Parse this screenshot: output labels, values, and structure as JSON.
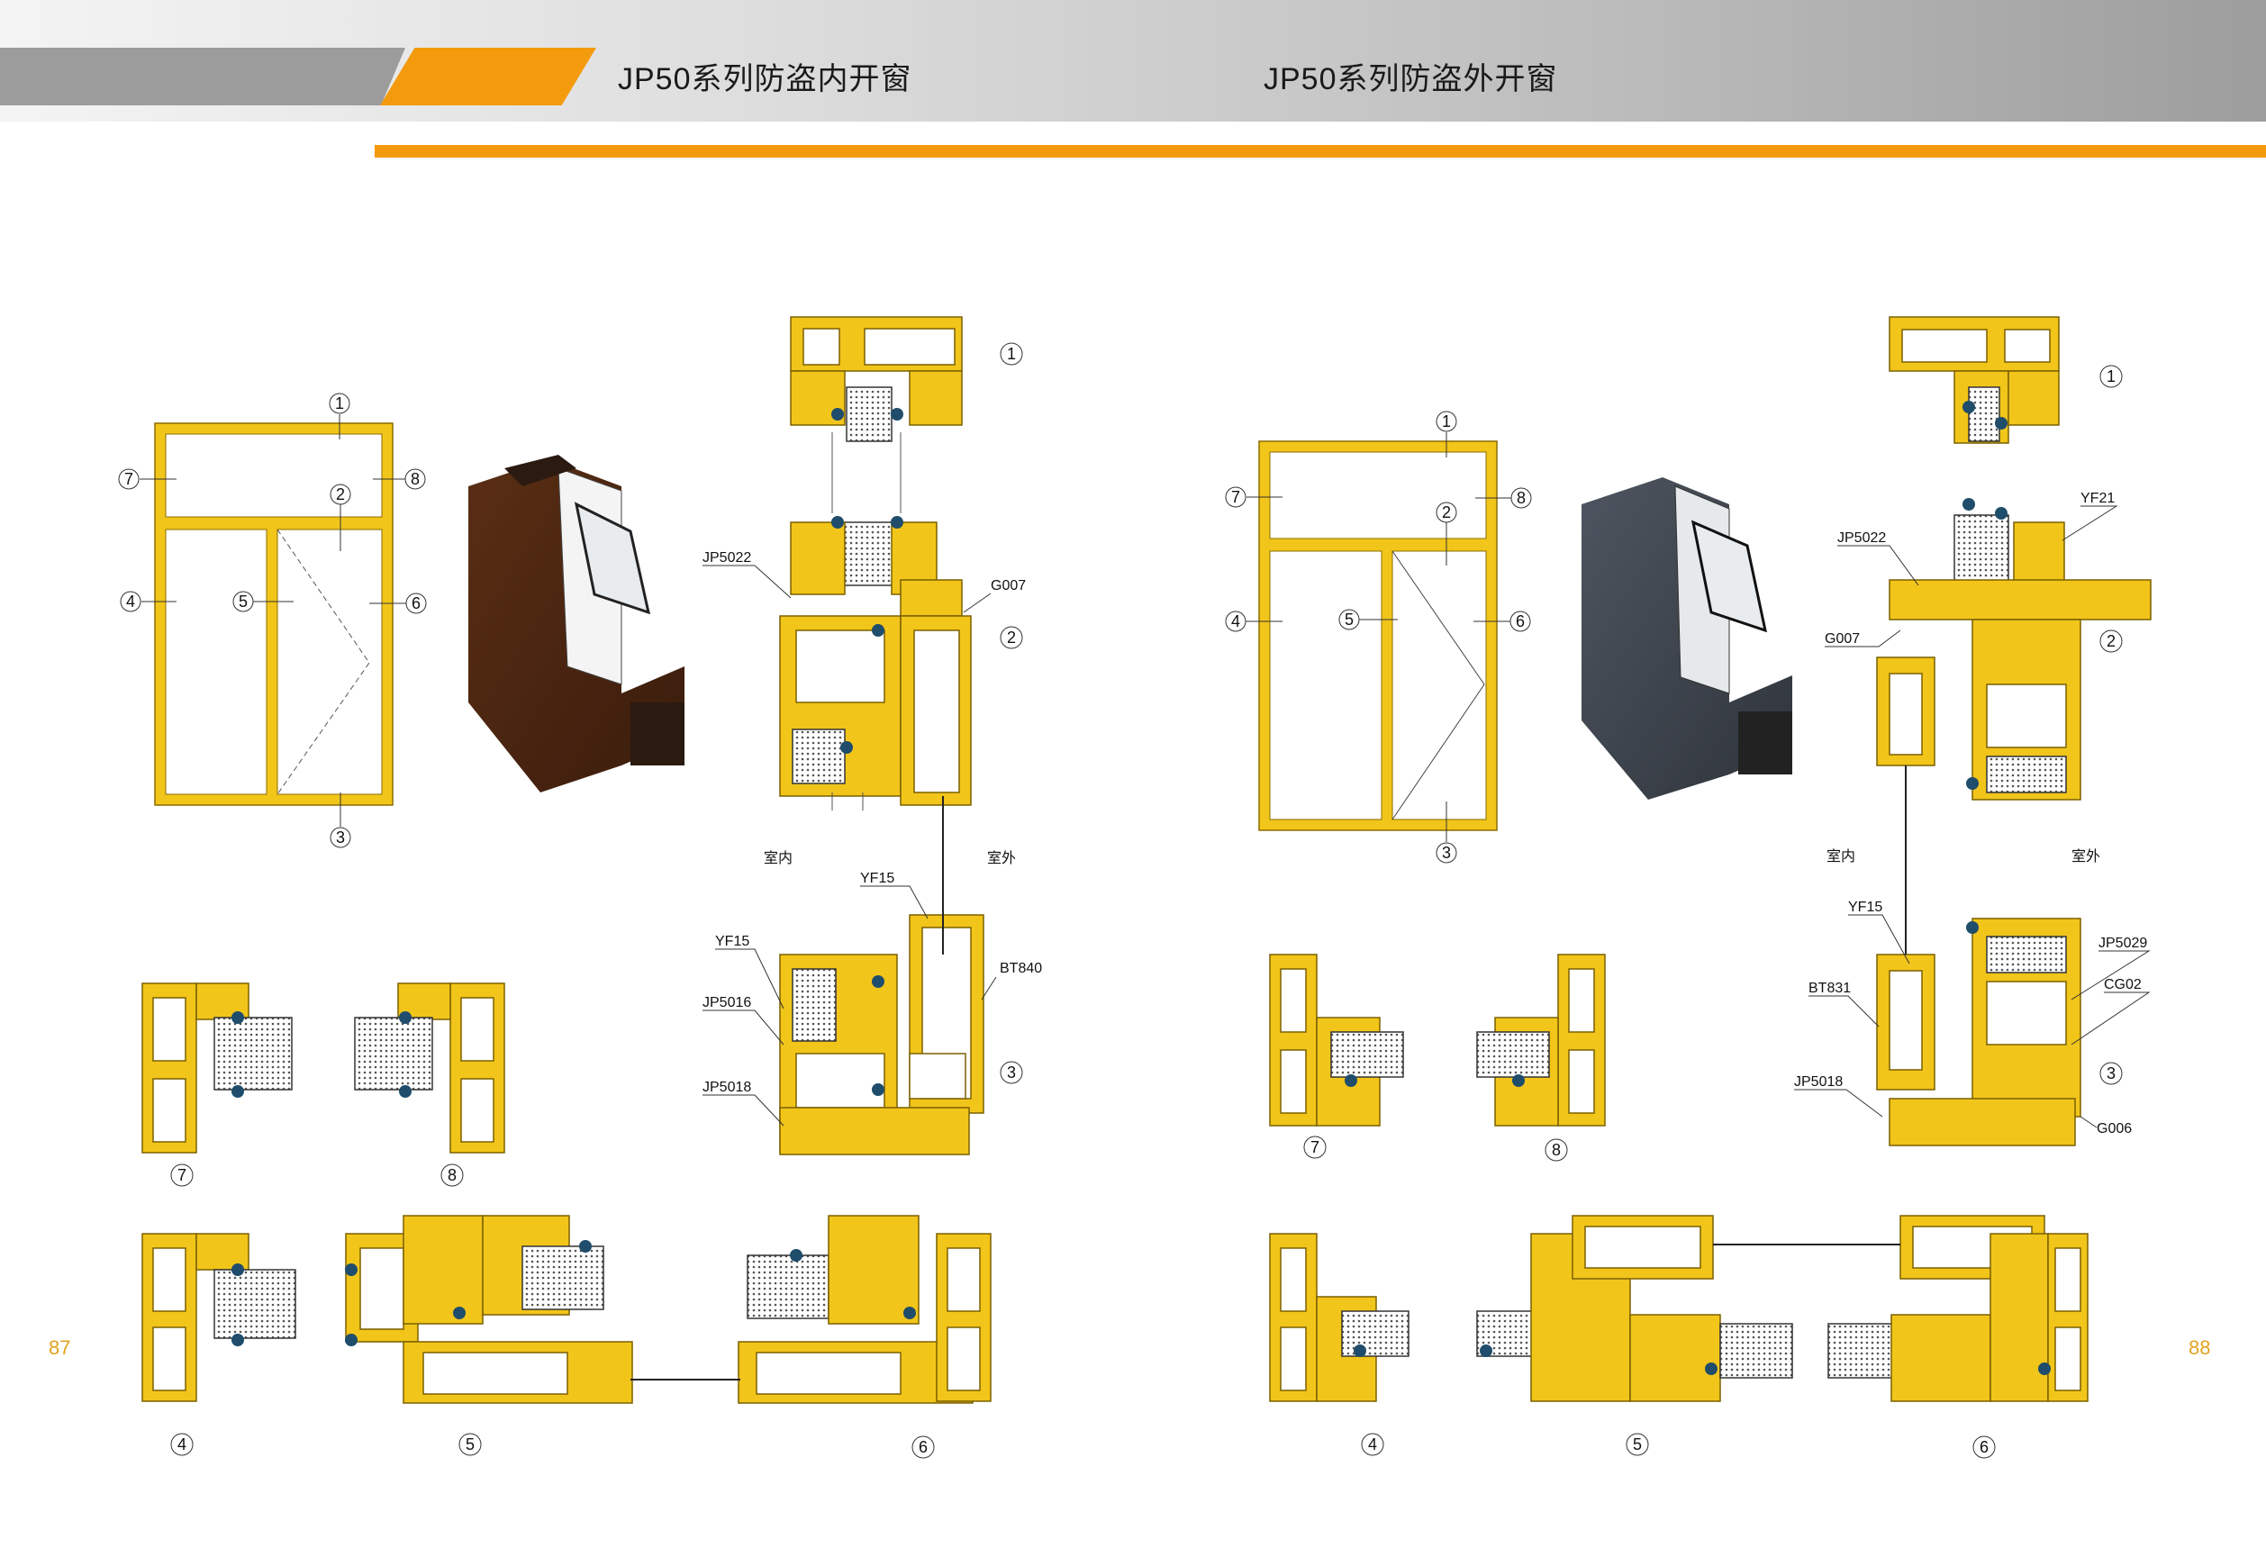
{
  "pages": [
    {
      "title": "JP50系列防盗内开窗",
      "page_number": "87",
      "interior_label": "室内",
      "exterior_label": "室外",
      "part_labels": [
        "JP5022",
        "G007",
        "YF15",
        "YF15",
        "JP5016",
        "JP5018",
        "BT840"
      ],
      "section_numbers": [
        "1",
        "2",
        "3",
        "4",
        "5",
        "6",
        "7",
        "8"
      ]
    },
    {
      "title": "JP50系列防盗外开窗",
      "page_number": "88",
      "interior_label": "室内",
      "exterior_label": "室外",
      "part_labels": [
        "YF21",
        "JP5022",
        "G007",
        "YF15",
        "BT831",
        "JP5018",
        "JP5029",
        "CG02",
        "G006"
      ],
      "section_numbers": [
        "1",
        "2",
        "3",
        "4",
        "5",
        "6",
        "7",
        "8"
      ]
    }
  ],
  "colors": {
    "accent": "#f49a0d",
    "profile": "#f2c51a",
    "gasket": "#1f4d6b",
    "page_number": "#e2a321"
  }
}
